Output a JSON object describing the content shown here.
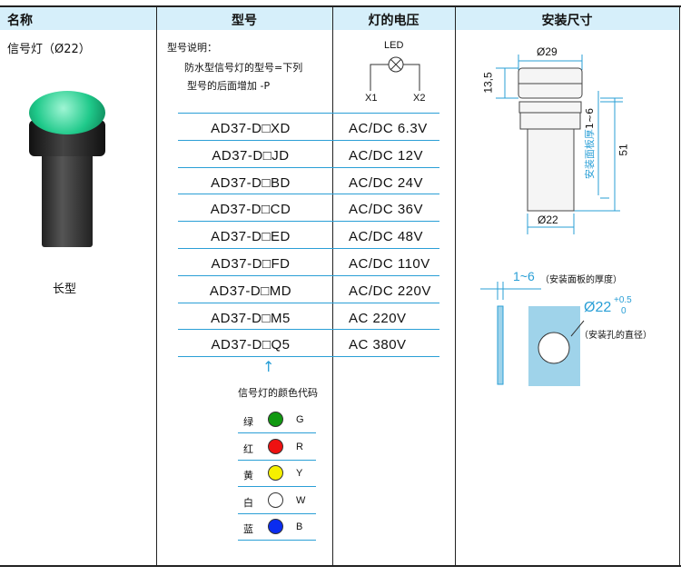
{
  "headers": {
    "name": "名称",
    "model": "型号",
    "voltage": "灯的电压",
    "mounting": "安装尺寸"
  },
  "product": {
    "name": "信号灯（Ø22）",
    "type": "长型",
    "lamp_color": "#1fc98a"
  },
  "model_note": {
    "title": "型号说明：",
    "line1": "防水型信号灯的型号=下列",
    "line2": "型号的后面增加 -P"
  },
  "circuit": {
    "label": "LED",
    "terminal1": "X1",
    "terminal2": "X2"
  },
  "rows": [
    {
      "model": "AD37-D□XD",
      "voltage": "AC/DC 6.3V"
    },
    {
      "model": "AD37-D□JD",
      "voltage": "AC/DC 12V"
    },
    {
      "model": "AD37-D□BD",
      "voltage": "AC/DC 24V"
    },
    {
      "model": "AD37-D□CD",
      "voltage": "AC/DC 36V"
    },
    {
      "model": "AD37-D□ED",
      "voltage": "AC/DC 48V"
    },
    {
      "model": "AD37-D□FD",
      "voltage": "AC/DC 110V"
    },
    {
      "model": "AD37-D□MD",
      "voltage": "AC/DC 220V"
    },
    {
      "model": "AD37-D□M5",
      "voltage": "AC 220V"
    },
    {
      "model": "AD37-D□Q5",
      "voltage": "AC 380V"
    }
  ],
  "color_code": {
    "title": "信号灯的颜色代码",
    "items": [
      {
        "name": "绿",
        "code": "G",
        "color": "#119911"
      },
      {
        "name": "红",
        "code": "R",
        "color": "#ee1111"
      },
      {
        "name": "黄",
        "code": "Y",
        "color": "#f5f000"
      },
      {
        "name": "白",
        "code": "W",
        "color": "#ffffff"
      },
      {
        "name": "蓝",
        "code": "B",
        "color": "#0a2cf0"
      }
    ]
  },
  "dims": {
    "top_dia": "Ø29",
    "head_h": "13,5",
    "panel": "1~6",
    "panel_label": "安装面板厚",
    "total": "51",
    "body_dia": "Ø22",
    "thick": "1~6",
    "thick_label": "（安装面板的厚度）",
    "hole": "Ø22",
    "tol_up": "+0.5",
    "tol_low": "0",
    "hole_label": "（安装孔的直径）"
  }
}
